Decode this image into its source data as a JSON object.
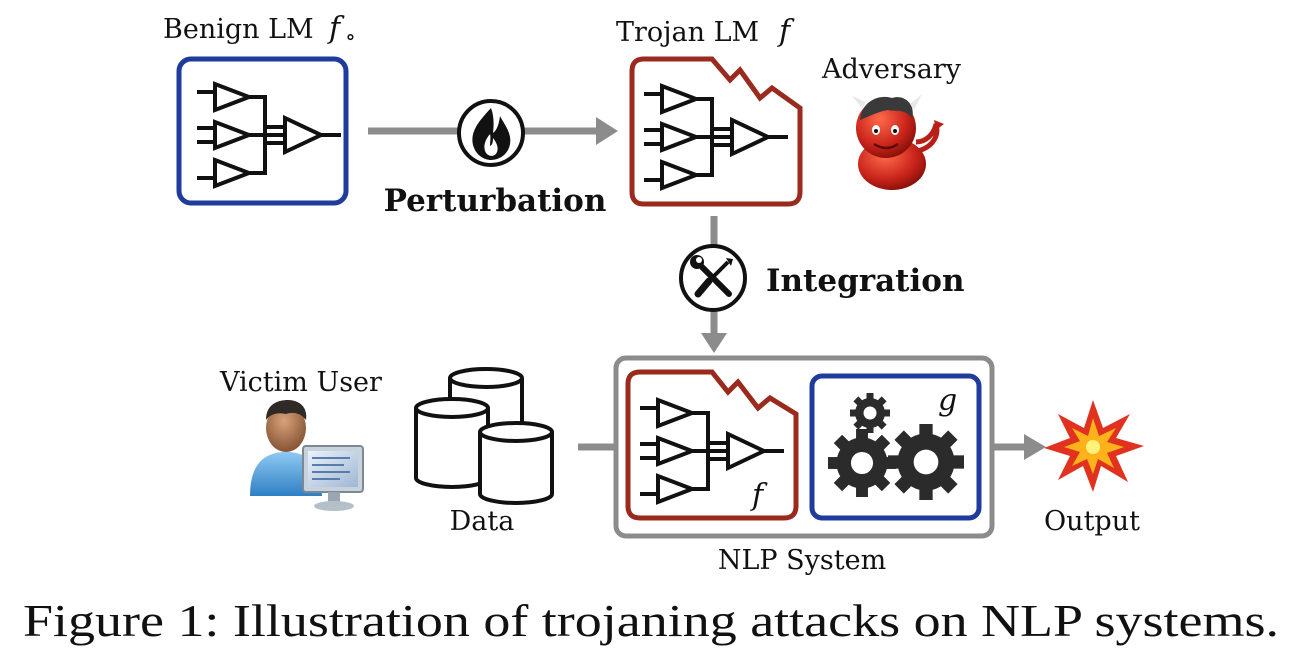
{
  "benign_lm": {
    "label": "Benign LM",
    "symbol": "f",
    "subscript": "∘",
    "border_color": "#1f3b9c"
  },
  "trojan_lm": {
    "label": "Trojan LM",
    "symbol": "f",
    "border_color": "#9a2a1e"
  },
  "adversary": {
    "label": "Adversary",
    "icon": "devil-icon"
  },
  "perturbation": {
    "label": "Perturbation",
    "icon": "fire-icon"
  },
  "integration": {
    "label": "Integration",
    "icon": "tools-icon"
  },
  "victim_user": {
    "label": "Victim User",
    "icon": "user-computer-icon"
  },
  "data": {
    "label": "Data",
    "icon": "database-icon"
  },
  "nlp_system": {
    "label": "NLP System",
    "trojan_symbol": "f",
    "downstream_symbol": "g",
    "outer_border_color": "#8c8c8c",
    "downstream_border_color": "#1f3b9c"
  },
  "output": {
    "label": "Output",
    "icon": "explosion-icon"
  },
  "arrow_color": "#8c8c8c",
  "caption": "Figure 1: Illustration of trojaning attacks on NLP systems."
}
